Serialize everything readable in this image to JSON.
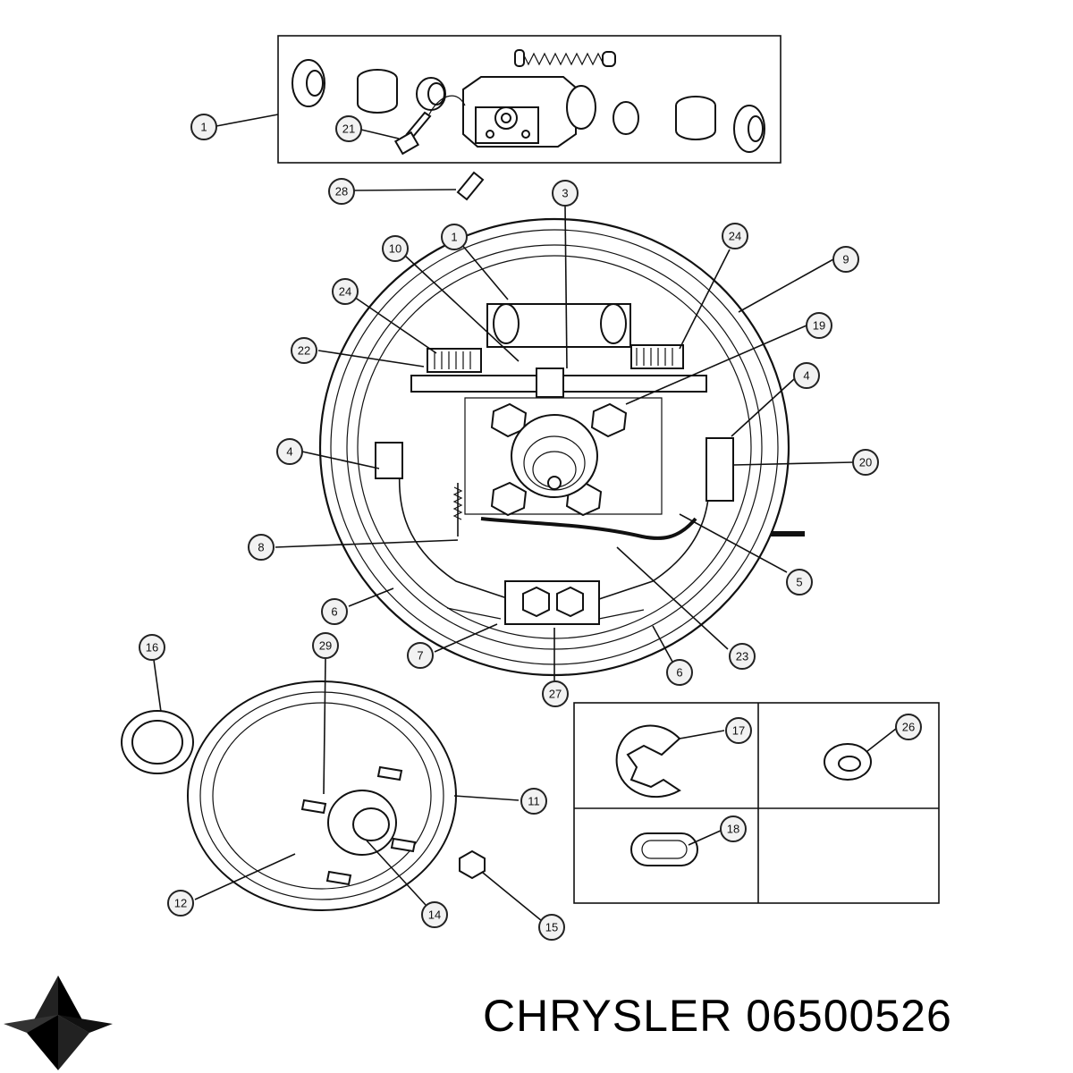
{
  "brand": {
    "name": "CHRYSLER",
    "part_number": "06500526",
    "logo_icon": "chrysler-pentastar-icon"
  },
  "callouts": {
    "c1_top": "1",
    "c21": "21",
    "c28": "28",
    "c3": "3",
    "c10": "10",
    "c1_mid": "1",
    "c24_right": "24",
    "c9": "9",
    "c24_left": "24",
    "c19": "19",
    "c22": "22",
    "c4_right": "4",
    "c4_left": "4",
    "c20": "20",
    "c8": "8",
    "c5": "5",
    "c6_left": "6",
    "c7": "7",
    "c27": "27",
    "c6_right": "6",
    "c23": "23",
    "c16": "16",
    "c29": "29",
    "c11": "11",
    "c12": "12",
    "c14": "14",
    "c15": "15",
    "c17": "17",
    "c26": "26",
    "c18": "18"
  }
}
